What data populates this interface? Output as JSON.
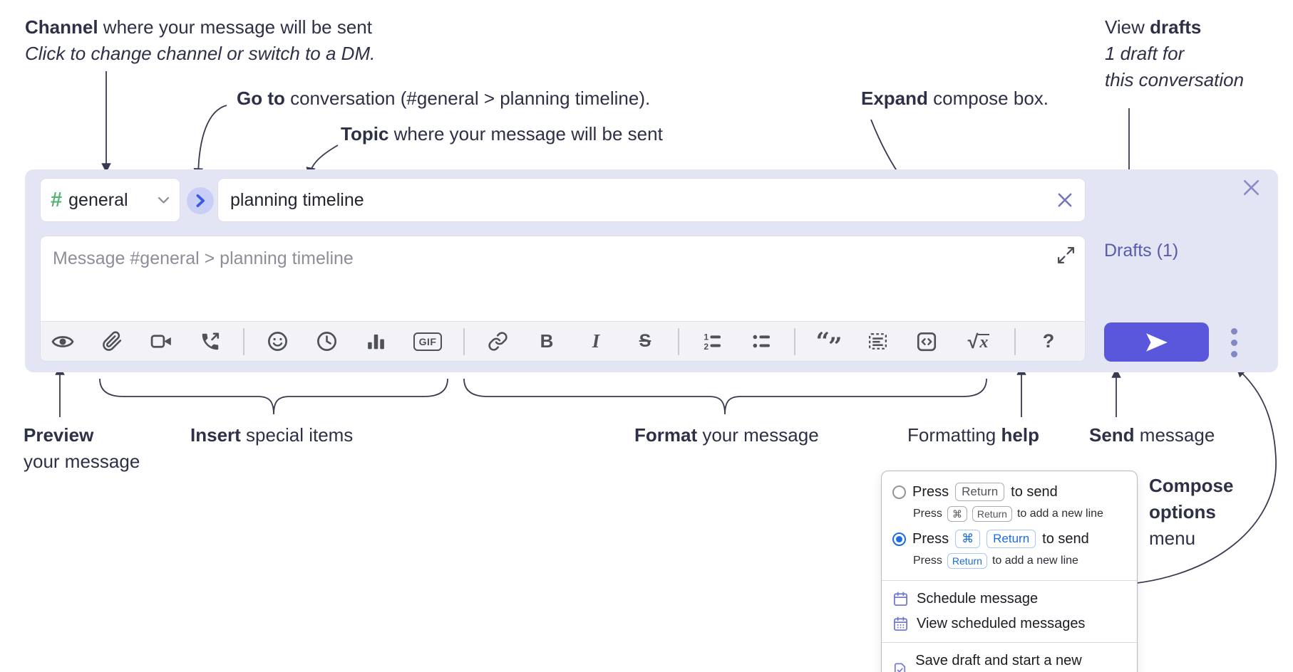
{
  "annotations": {
    "channel": {
      "bold": "Channel",
      "rest": " where your message will be sent",
      "sub": "Click to change channel or switch to a DM."
    },
    "goto": {
      "bold": "Go to",
      "rest": " conversation (#general > planning timeline)."
    },
    "topic": {
      "bold": "Topic",
      "rest": " where your message will be sent"
    },
    "expand": {
      "bold": "Expand",
      "rest": " compose box."
    },
    "view_drafts": {
      "pre": "View ",
      "bold": "drafts",
      "line2": "1 draft for",
      "line3": "this conversation"
    },
    "preview": {
      "bold": "Preview",
      "line2": "your message"
    },
    "insert": {
      "bold": "Insert",
      "rest": " special items"
    },
    "format": {
      "bold": "Format",
      "rest": " your message"
    },
    "help": {
      "pre": "Formatting ",
      "bold": "help"
    },
    "send": {
      "bold": "Send",
      "rest": " message"
    },
    "compose_options": {
      "bold1": "Compose",
      "bold2": "options",
      "line3": "menu"
    }
  },
  "composer": {
    "channel": {
      "hash_glyph": "#",
      "name": "general"
    },
    "topic_value": "planning timeline",
    "message_placeholder": "Message #general > planning timeline",
    "drafts_link": "Drafts (1)",
    "toolbar": {
      "gif": "GIF",
      "bold": "B",
      "italic": "I",
      "strike": "S",
      "quote_open": "“",
      "quote_close": "”",
      "sqrt_radical": "√",
      "sqrt_x": "x",
      "help": "?"
    },
    "icon_names": [
      "preview-eye",
      "attach-paperclip",
      "video-camera",
      "audio-call",
      "emoji",
      "schedule-clock",
      "poll-chart",
      "gif",
      "insert-link",
      "bold",
      "italic",
      "strikethrough",
      "numbered-list",
      "bulleted-list",
      "blockquote",
      "snippet",
      "code-block",
      "formula",
      "formatting-help",
      "expand",
      "send",
      "more-options",
      "close",
      "clear-topic"
    ]
  },
  "menu": {
    "option_return": {
      "press": "Press",
      "key_return": "Return",
      "suffix": "to send",
      "sub_press": "Press",
      "sub_key_cmd": "⌘",
      "sub_key_return": "Return",
      "sub_suffix": "to add a new line"
    },
    "option_cmd_return": {
      "press": "Press",
      "key_cmd": "⌘",
      "key_return": "Return",
      "suffix": "to send",
      "sub_press": "Press",
      "sub_key_return": "Return",
      "sub_suffix": "to add a new line"
    },
    "schedule": "Schedule message",
    "view_scheduled": "View scheduled messages",
    "save_draft": "Save draft and start a new message"
  },
  "colors": {
    "accent_send": "#5a57dd",
    "container": "#e3e5f4",
    "drafts_link": "#575da8",
    "channel_hash": "#57b273",
    "goto_circle": "#c9cef6",
    "goto_chevron": "#3a5be0",
    "radio_selected": "#1c6ce2",
    "kbd_blue": "#1b6be0",
    "menu_icon": "#7579d3",
    "annotation_text": "#2e3047",
    "toolbar_icon": "#4f5158"
  }
}
